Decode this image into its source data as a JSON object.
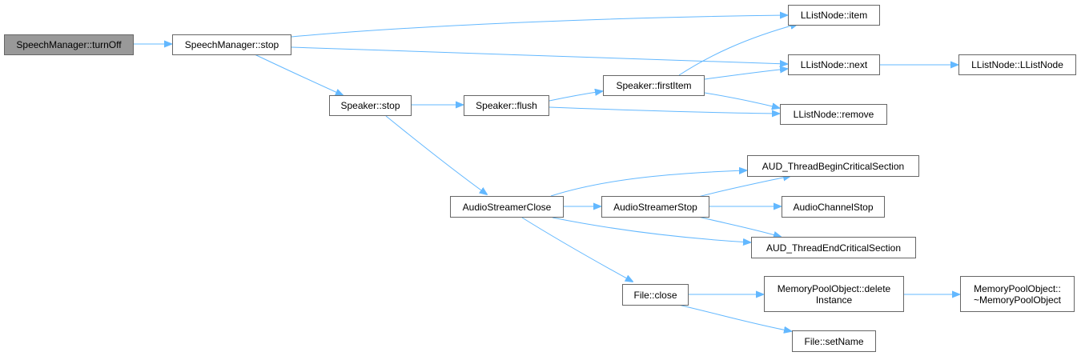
{
  "nodes": {
    "turnOff": "SpeechManager::turnOff",
    "smStop": "SpeechManager::stop",
    "spkStop": "Speaker::stop",
    "spkFlush": "Speaker::flush",
    "firstItem": "Speaker::firstItem",
    "item": "LListNode::item",
    "next": "LListNode::next",
    "llistNode": "LListNode::LListNode",
    "remove": "LListNode::remove",
    "asClose": "AudioStreamerClose",
    "asStop": "AudioStreamerStop",
    "beginCS": "AUD_ThreadBeginCriticalSection",
    "chanStop": "AudioChannelStop",
    "endCS": "AUD_ThreadEndCriticalSection",
    "fileClose": "File::close",
    "setName": "File::setName",
    "delInst1": "MemoryPoolObject::delete",
    "delInst2": "Instance",
    "dtor1": "MemoryPoolObject::",
    "dtor2": "~MemoryPoolObject"
  },
  "colors": {
    "edge": "#63b8ff",
    "node_border": "#666666",
    "root_fill": "#999999"
  }
}
